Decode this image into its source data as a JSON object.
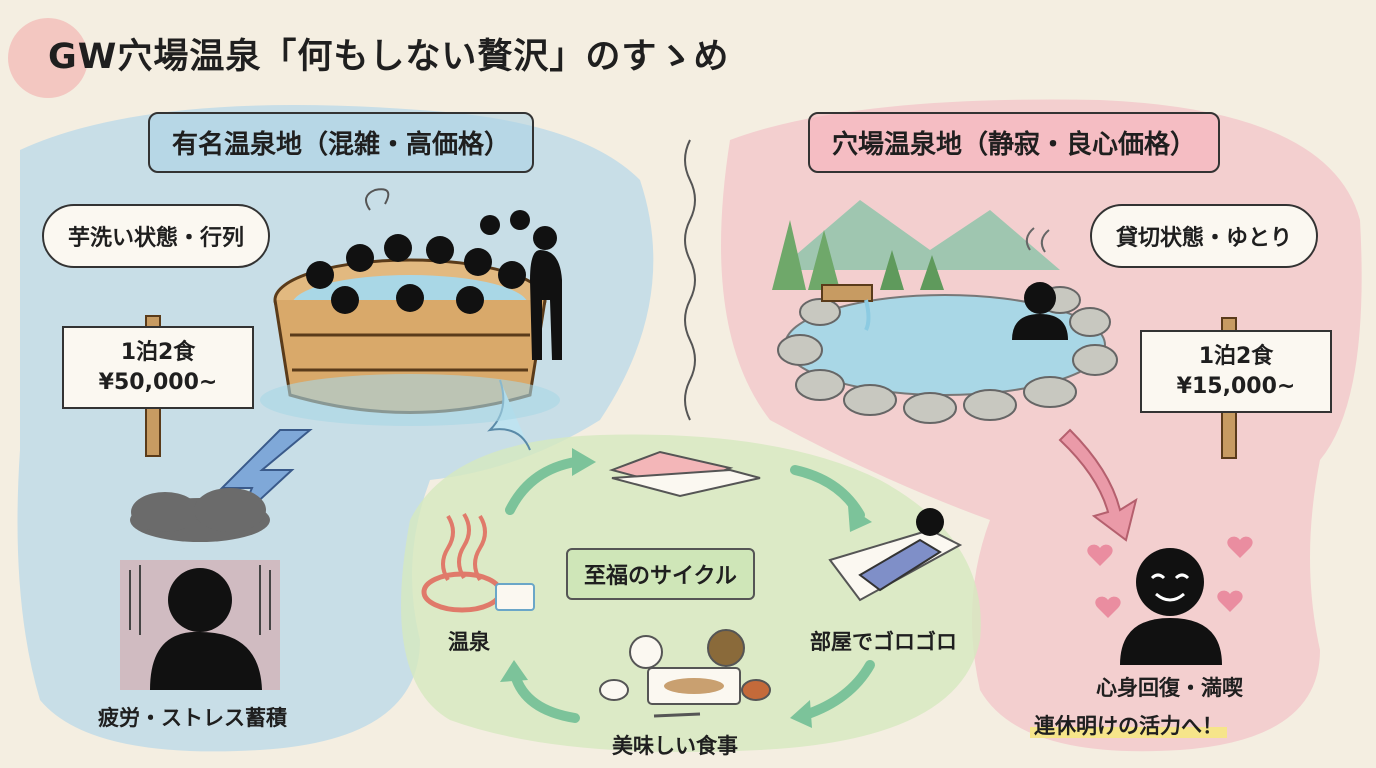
{
  "title": "GW穴場温泉「何もしない贅沢」のすゝめ",
  "left": {
    "banner": "有名温泉地（混雑・高価格）",
    "bubble": "芋洗い状態・行列",
    "sign_line1": "1泊2食",
    "sign_line2": "¥50,000~",
    "result": "疲労・ストレス蓄積"
  },
  "right": {
    "banner": "穴場温泉地（静寂・良心価格）",
    "bubble": "貸切状態・ゆとり",
    "sign_line1": "1泊2食",
    "sign_line2": "¥15,000~",
    "result_line1": "心身回復・満喫",
    "result_line2": "連休明けの活力へ！"
  },
  "cycle": {
    "title": "至福のサイクル",
    "step_onsen": "温泉",
    "step_room": "部屋でゴロゴロ",
    "step_meal": "美味しい食事"
  },
  "colors": {
    "left_region": "#b9d8e8",
    "right_region": "#f2c2c8",
    "cycle_region": "#d6e9bf",
    "arrow_green": "#7cc39a",
    "arrow_blue": "#7fa8d8",
    "arrow_pink": "#ea9aa8"
  }
}
